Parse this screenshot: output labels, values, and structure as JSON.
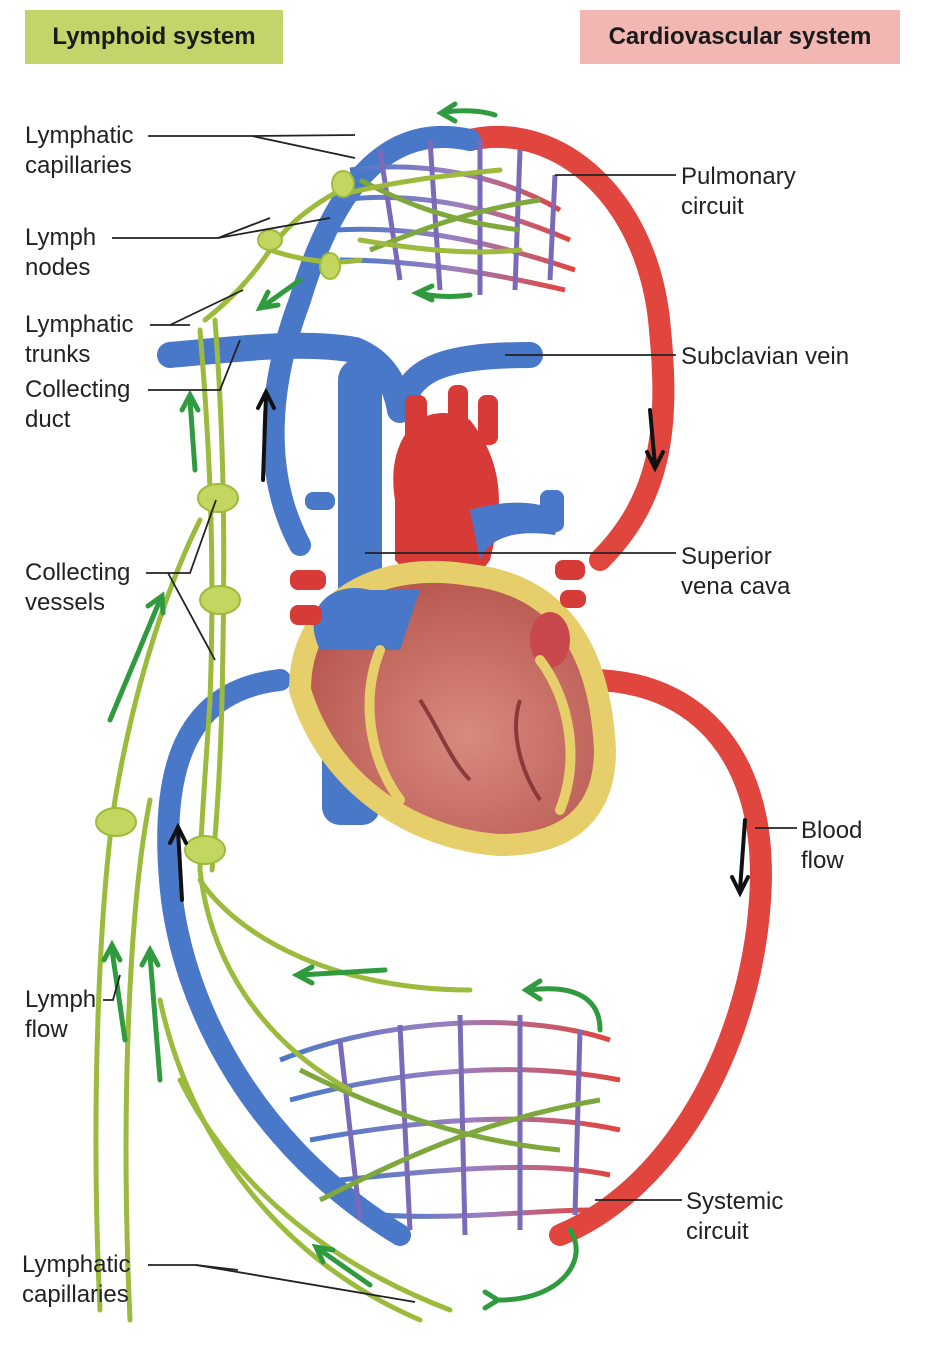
{
  "headers": {
    "lymphoid": "Lymphoid system",
    "cardiovascular": "Cardiovascular system"
  },
  "labels": {
    "lymphatic_capillaries_top": [
      "Lymphatic",
      "capillaries"
    ],
    "lymph_nodes": [
      "Lymph",
      "nodes"
    ],
    "lymphatic_trunks": [
      "Lymphatic",
      "trunks"
    ],
    "collecting_duct": [
      "Collecting",
      "duct"
    ],
    "collecting_vessels": [
      "Collecting",
      "vessels"
    ],
    "lymph_flow": [
      "Lymph",
      "flow"
    ],
    "lymphatic_capillaries_bottom": [
      "Lymphatic",
      "capillaries"
    ],
    "pulmonary_circuit": [
      "Pulmonary",
      "circuit"
    ],
    "subclavian_vein": [
      "Subclavian vein"
    ],
    "superior_vena_cava": [
      "Superior",
      "vena cava"
    ],
    "blood_flow": [
      "Blood",
      "flow"
    ],
    "systemic_circuit": [
      "Systemic",
      "circuit"
    ]
  },
  "colors": {
    "lymphoid_header_bg": "#c3d46a",
    "cardio_header_bg": "#f2b6b3",
    "lymph_vessel": "#9cbb3c",
    "lymph_node": "#c2d660",
    "lymph_arrow": "#2f9a3e",
    "vein": "#4a78c9",
    "artery": "#e0453e",
    "heart_muscle": "#c9706a",
    "heart_fat": "#e6cf6a",
    "flow_arrow": "#111111",
    "leader_line": "#222222"
  }
}
